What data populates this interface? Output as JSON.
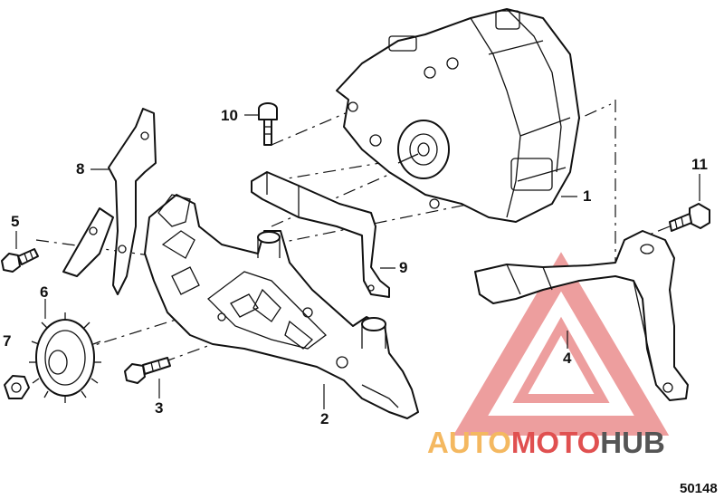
{
  "callouts": [
    {
      "id": "1",
      "label": "1"
    },
    {
      "id": "2",
      "label": "2"
    },
    {
      "id": "3",
      "label": "3"
    },
    {
      "id": "4",
      "label": "4"
    },
    {
      "id": "5",
      "label": "5"
    },
    {
      "id": "6",
      "label": "6"
    },
    {
      "id": "7",
      "label": "7"
    },
    {
      "id": "8",
      "label": "8"
    },
    {
      "id": "9",
      "label": "9"
    },
    {
      "id": "10",
      "label": "10"
    },
    {
      "id": "11",
      "label": "11"
    }
  ],
  "figure_number": "50148",
  "watermark": {
    "part1": "AUTO",
    "part2": "MOTO",
    "part3": "HUB",
    "color_primary": "#f4b860",
    "color_accent": "#e05050",
    "color_dark": "#555555"
  }
}
